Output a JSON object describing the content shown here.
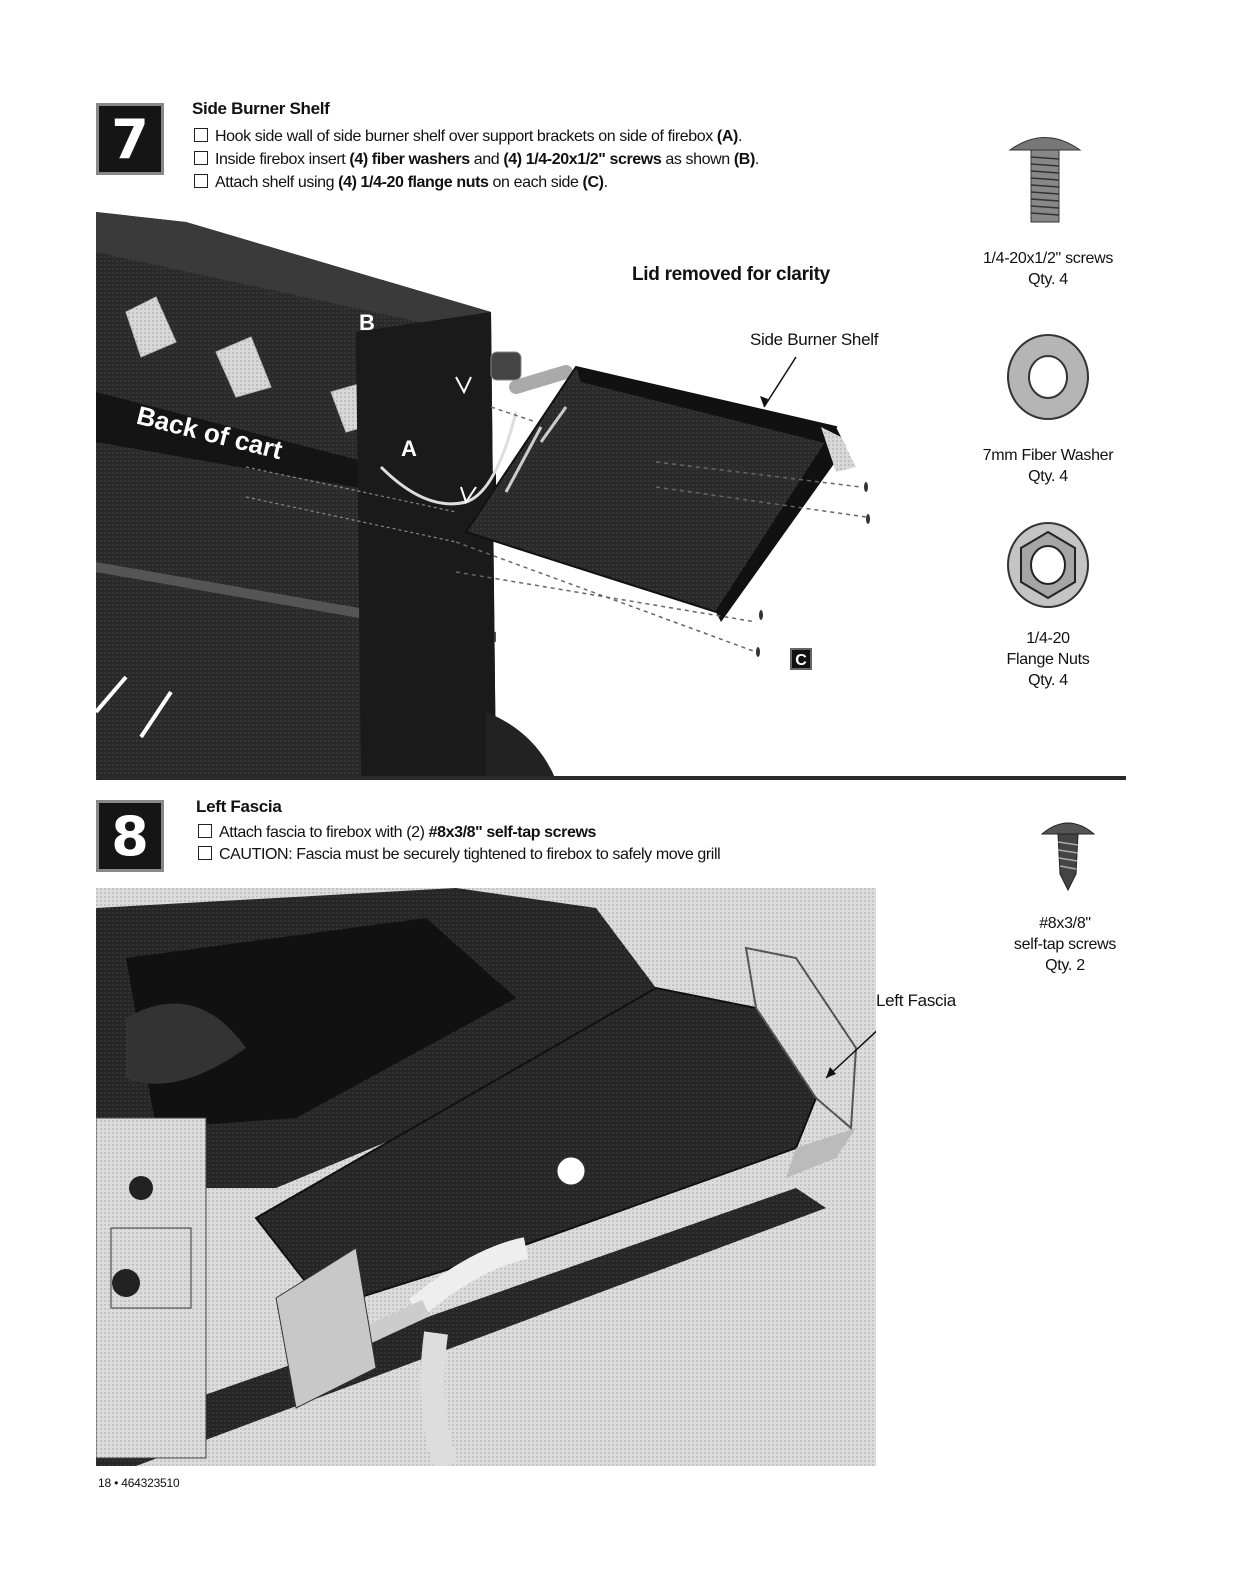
{
  "step7": {
    "number": "7",
    "title": "Side Burner Shelf",
    "instructions": {
      "i1": {
        "a": "Hook side wall of side burner shelf over support brackets on side of firebox ",
        "b": "(A)",
        "c": "."
      },
      "i2": {
        "a": "Inside firebox insert ",
        "b": "(4) fiber washers",
        "c": " and ",
        "d": "(4) 1/4-20x1/2\" screws",
        "e": " as shown ",
        "f": "(B)",
        "g": "."
      },
      "i3": {
        "a": "Attach shelf using ",
        "b": "(4) 1/4-20 flange nuts",
        "c": " on each side ",
        "d": "(C)",
        "e": "."
      }
    },
    "note": "Lid removed for clarity",
    "shelf_label": "Side Burner Shelf",
    "cart_label": "Back of cart",
    "markers": {
      "a": "A",
      "b": "B",
      "c": "C"
    },
    "parts": [
      {
        "name": "1/4-20x1/2\" screws",
        "qty": "Qty. 4",
        "icon": "truss-head-screw-icon"
      },
      {
        "name": "7mm Fiber Washer",
        "qty": "Qty. 4",
        "icon": "fiber-washer-icon"
      },
      {
        "name1": "1/4-20",
        "name2": "Flange Nuts",
        "qty": "Qty. 4",
        "icon": "flange-nut-icon"
      }
    ]
  },
  "step8": {
    "number": "8",
    "title": "Left Fascia",
    "instructions": {
      "i1": {
        "a": "Attach fascia to firebox with (2) ",
        "b": "#8x3/8\" self-tap screws"
      },
      "i2": {
        "a": "CAUTION: Fascia must be securely tightened to firebox to safely move grill"
      }
    },
    "fascia_label": "Left Fascia",
    "parts": [
      {
        "name1": "#8x3/8\"",
        "name2": "self-tap screws",
        "qty": "Qty. 2",
        "icon": "self-tap-screw-icon"
      }
    ]
  },
  "footer": {
    "page": "18 • 464323510"
  },
  "colors": {
    "ink": "#111111",
    "dark_fill": "#1c1c1c",
    "light_fill": "#d4d4d4"
  }
}
